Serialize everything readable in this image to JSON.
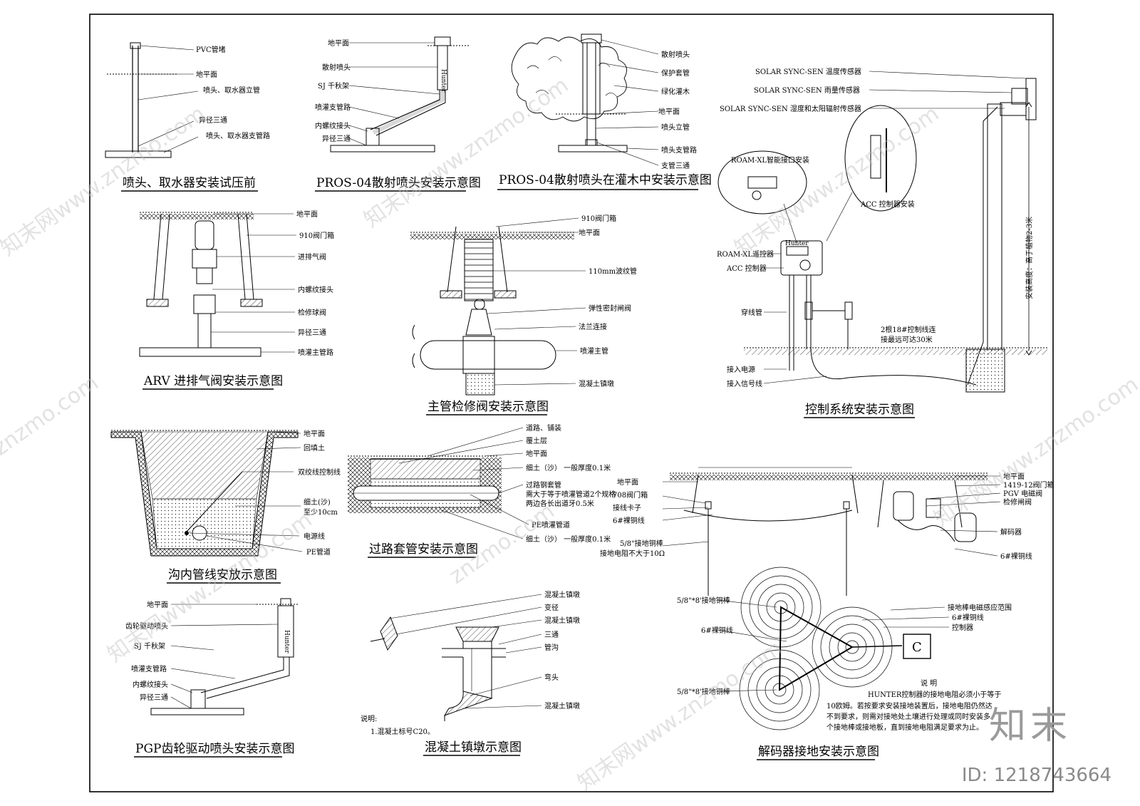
{
  "panels": {
    "p1": {
      "title": "喷头、取水器安装试压前",
      "labels": [
        "PVC管堵",
        "地平面",
        "喷头、取水器立管",
        "异径三通",
        "喷头、取水器支管路"
      ]
    },
    "p2": {
      "title": "PROS-04散射喷头安装示意图",
      "labels": [
        "地平面",
        "散射喷头",
        "SJ 千秋架",
        "喷灌支管路",
        "内螺纹接头",
        "异径三通"
      ]
    },
    "p3": {
      "title": "PROS-04散射喷头在灌木中安装示意图",
      "labels": [
        "散射喷头",
        "保护套管",
        "绿化灌木",
        "地平面",
        "喷头立管",
        "喷头支管路",
        "支管三通"
      ]
    },
    "p4": {
      "title": "控制系统安装示意图",
      "labels": [
        "SOLAR SYNC-SEN 温度传感器",
        "SOLAR SYNC-SEN 雨量传感器",
        "SOLAR SYNC-SEN 湿度和太阳辐射传感器",
        "ROAM-XL智能接口安装",
        "ACC 控制器安装",
        "ROAM-XL遥控器",
        "ACC 控制器",
        "穿线管",
        "2根18#控制线连",
        "接最远可达30米",
        "接入电源",
        "接入信号线",
        "安装高度：高于植物2-3米"
      ]
    },
    "p5": {
      "title": "ARV 进排气阀安装示意图",
      "labels": [
        "地平面",
        "910阀门箱",
        "进排气阀",
        "内螺纹接头",
        "检修球阀",
        "异径三通",
        "喷灌主管路"
      ]
    },
    "p6": {
      "title": "主管检修阀安装示意图",
      "labels": [
        "910阀门箱",
        "地平面",
        "110mm波纹管",
        "弹性密封闸阀",
        "法兰连接",
        "喷灌主管",
        "混凝土镇墩"
      ]
    },
    "p7": {
      "title": "沟内管线安放示意图",
      "labels": [
        "地平面",
        "回填土",
        "双绞线控制线",
        "细土(沙)",
        "至少10cm",
        "电源线",
        "PE管道"
      ]
    },
    "p8": {
      "title": "过路套管安装示意图",
      "labels": [
        "道路、铺装",
        "覆土层",
        "地平面",
        "细土（沙） 一般厚度0.1米",
        "过路钢套管",
        "需大于等于喷灌管道2个规格",
        "两边各长出道牙0.5米",
        "PE喷灌管道",
        "细土（沙） 一般厚度0.1米"
      ]
    },
    "p9": {
      "title": "解码器接地安装示意图",
      "labels_left": [
        "地平面",
        "708阀门箱",
        "接线卡子",
        "6#裸铜线",
        "5/8\"接地铜棒",
        "接地电阻不大于10Ω"
      ],
      "labels_right": [
        "地平面",
        "1419-12阀门箱",
        "PGV 电磁阀",
        "检修闸阀",
        "解码器",
        "6#裸铜线"
      ],
      "labels_plan": [
        "5/8\"*8'接地铜棒",
        "6#裸铜线",
        "5/8\"*8'接地铜棒",
        "接地棒电磁感应范围",
        "6#裸铜线",
        "控制器"
      ],
      "controller_letter": "C",
      "note_title": "说  明",
      "note_lines": [
        "HUNTER控制器的接地电阻必须小于等于",
        "10欧姆。若按要求安装接地装置后，接地电阻仍然达",
        "不到要求，则需对接地处土壤进行处理或同时安装多",
        "个接地棒或接地板，直到接地电阻满足要求为止。"
      ]
    },
    "p10": {
      "title": "PGP齿轮驱动喷头安装示意图",
      "labels": [
        "地平面",
        "齿轮驱动喷头",
        "SJ 千秋架",
        "喷灌支管路",
        "内螺纹接头",
        "异径三通"
      ]
    },
    "p11": {
      "title": "混凝土镇墩示意图",
      "labels": [
        "混凝土镇墩",
        "变径",
        "混凝土镇墩",
        "三通",
        "管沟",
        "弯头",
        "混凝土镇墩"
      ],
      "note_title": "说明:",
      "note_line": "1.混凝土标号C20。"
    }
  },
  "brand_logo_text": "Hunter",
  "watermark": "znzmo.com",
  "watermark_cn": "知末网www.znzmo.com",
  "brand": "知末",
  "image_id": "ID: 1218743664"
}
